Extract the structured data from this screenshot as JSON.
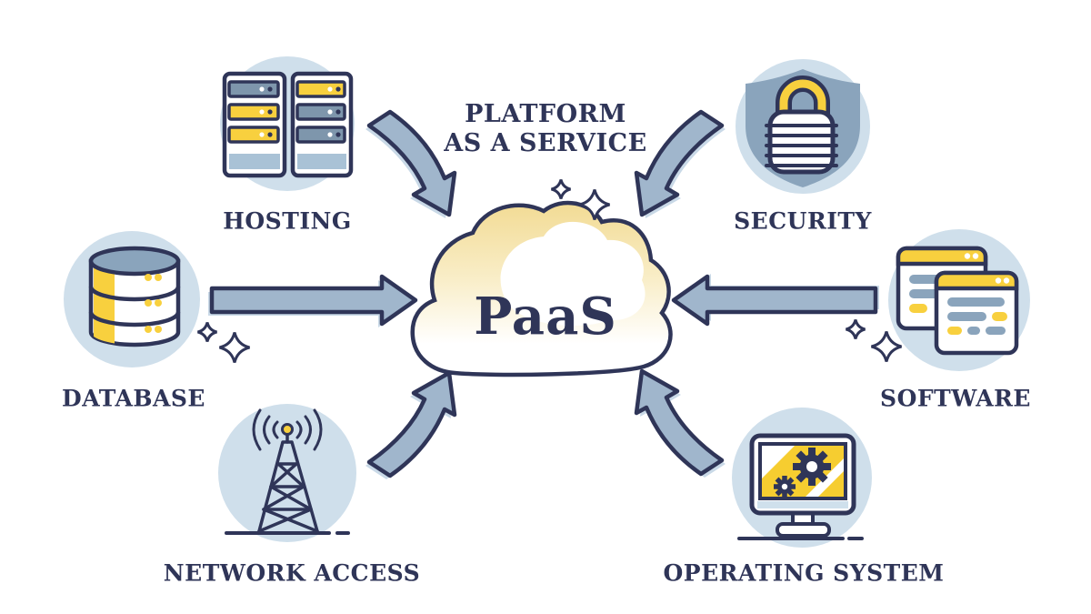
{
  "title": {
    "line1": "PLATFORM",
    "line2": "AS A SERVICE"
  },
  "cloud": {
    "label": "PaaS"
  },
  "nodes": [
    {
      "id": "hosting",
      "label": "HOSTING",
      "icon": "server-racks-icon"
    },
    {
      "id": "security",
      "label": "SECURITY",
      "icon": "shield-lock-icon"
    },
    {
      "id": "database",
      "label": "DATABASE",
      "icon": "database-cylinders-icon"
    },
    {
      "id": "software",
      "label": "SOFTWARE",
      "icon": "app-windows-icon"
    },
    {
      "id": "network-access",
      "label": "NETWORK ACCESS",
      "icon": "radio-tower-icon"
    },
    {
      "id": "operating-system",
      "label": "OPERATING SYSTEM",
      "icon": "monitor-gears-icon"
    }
  ],
  "palette": {
    "navy": "#2f3558",
    "slate": "#8aa4bc",
    "slate_dark": "#7e96ac",
    "arrow_fill": "#a0b6cc",
    "arrow_shadow": "#c9d9e7",
    "circle_bg": "#cfdfeb",
    "light_band": "#a9c2d6",
    "yellow": "#f8d03e",
    "screen_yellow": "#f6cd30",
    "cloud_yellow": "#f2db94"
  }
}
